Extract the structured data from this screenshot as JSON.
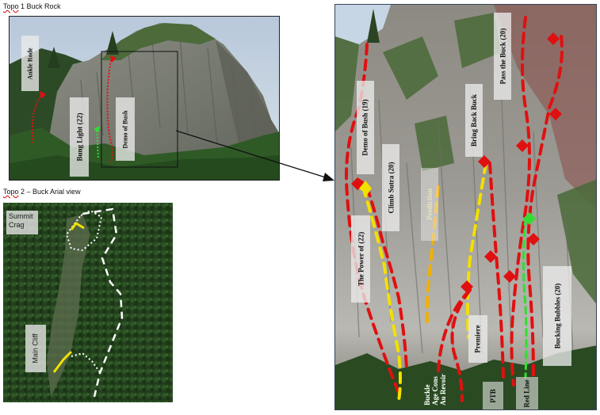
{
  "topo1": {
    "title_word": "Topo",
    "title_rest": " 1 Buck Rock",
    "labels": {
      "ankle_route": "Ankle Rode",
      "bung_light": "Bung Light (22)",
      "demo_of_bush": "Demo of Bush"
    }
  },
  "topo2": {
    "title_word": "Topo",
    "title_rest": " 2 – Buck Arial view",
    "labels": {
      "summit_crag_1": "Summit",
      "summit_crag_2": "Crag",
      "main_cliff": "Main Cliff"
    }
  },
  "topo3": {
    "labels": {
      "demo_of_bush": "Demo of Bush (19)",
      "climb_sutra": "Climb Sutra (20)",
      "faded": "Prediction",
      "bring_back_buck": "Bring Back Buck",
      "pass_the_buck": "Pass the Buck (20)",
      "the_power_of": "The Power of (22)",
      "premiere": "Premiere",
      "bucking_bubbles": "Bucking Bubbles (20)",
      "buckle_age": "Buckle\nAge Cons\nAu Revoir",
      "ptb": "PTB",
      "red_line": "Red Line"
    }
  },
  "colors": {
    "route_red": "#e01010",
    "route_yellow": "#f2e000",
    "route_orange": "#f0b000",
    "route_green": "#33dd33",
    "route_white": "#ffffff"
  }
}
